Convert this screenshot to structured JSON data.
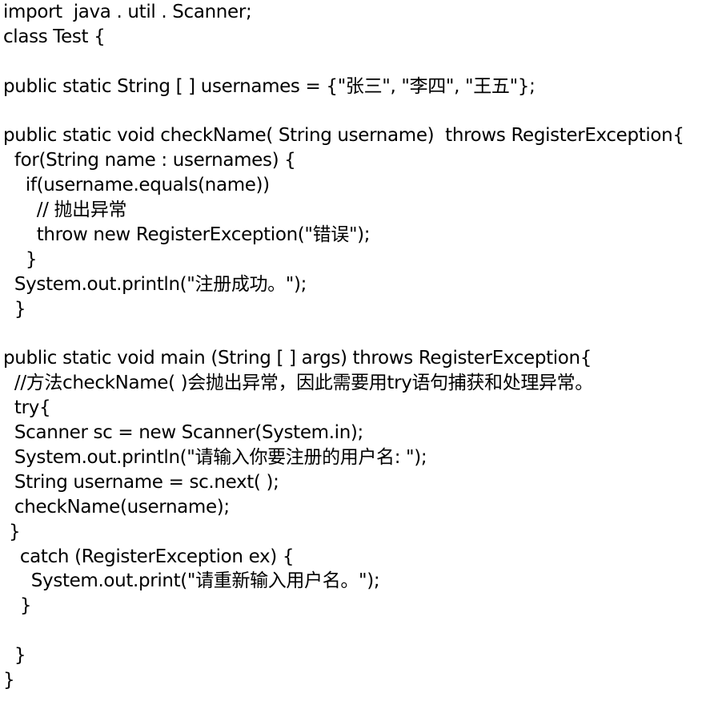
{
  "code": {
    "lines": [
      "import  java . util . Scanner;",
      "class Test {",
      "",
      "public static String [ ] usernames = {\"张三\", \"李四\", \"王五\"};",
      "",
      "public static void checkName( String username)  throws RegisterException{",
      "  for(String name : usernames) {",
      "    if(username.equals(name))",
      "      // 抛出异常",
      "      throw new RegisterException(\"错误\");",
      "    }",
      "  System.out.println(\"注册成功。\");",
      "  }",
      "",
      "public static void main (String [ ] args) throws RegisterException{",
      "  //方法checkName( )会抛出异常，因此需要用try语句捕获和处理异常。",
      "  try{",
      "  Scanner sc = new Scanner(System.in);",
      "  System.out.println(\"请输入你要注册的用户名: \");",
      "  String username = sc.next( );",
      "  checkName(username);",
      " }",
      "   catch (RegisterException ex) {",
      "     System.out.print(\"请重新输入用户名。\");",
      "   }",
      "",
      "  }",
      "}"
    ]
  }
}
